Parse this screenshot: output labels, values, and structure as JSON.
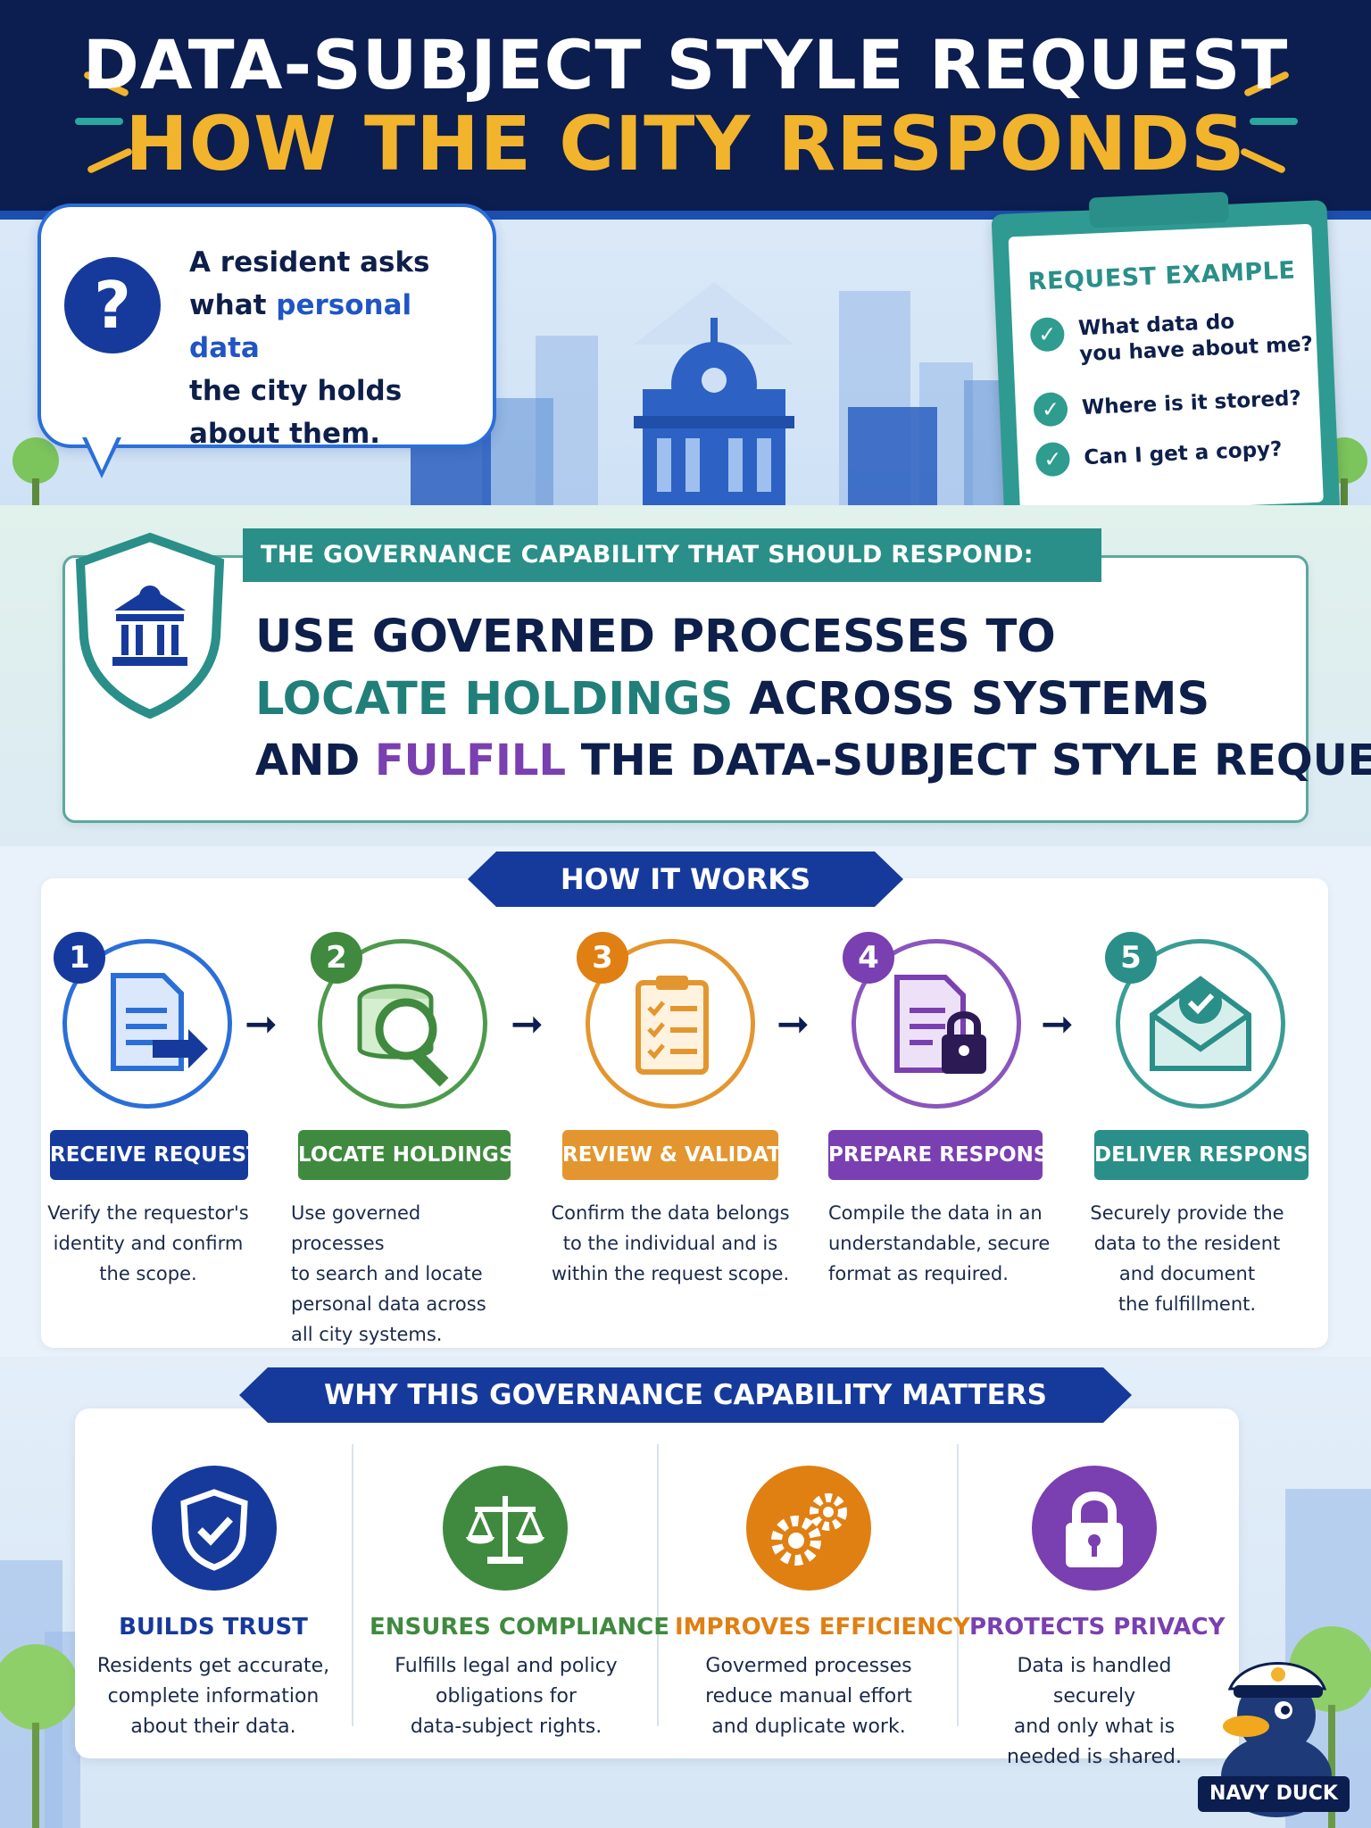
{
  "header": {
    "title_line1": "DATA-SUBJECT STYLE REQUEST",
    "title_line2": "HOW THE CITY RESPONDS"
  },
  "scenario": {
    "icon": "question-icon",
    "line1": "A resident asks",
    "line2_pre": "what ",
    "line2_highlight": "personal data",
    "line3": "the city holds",
    "line4": "about them."
  },
  "request_example": {
    "title": "REQUEST EXAMPLE",
    "items": [
      {
        "line1": "What data do",
        "line2": "you have about me?"
      },
      {
        "line1": "Where is it stored?",
        "line2": ""
      },
      {
        "line1": "Can I get a copy?",
        "line2": ""
      }
    ]
  },
  "capability": {
    "label": "THE GOVERNANCE CAPABILITY THAT SHOULD RESPOND:",
    "line1": "USE GOVERNED PROCESSES TO",
    "line2_teal": "LOCATE HOLDINGS",
    "line2_rest": " ACROSS SYSTEMS",
    "line3_pre": "AND ",
    "line3_purple": "FULFILL",
    "line3_rest": " THE DATA-SUBJECT STYLE REQUEST."
  },
  "how_it_works": {
    "title": "HOW IT WORKS",
    "steps": [
      {
        "num": "1",
        "label": "RECEIVE REQUEST",
        "icon": "document-arrow-icon",
        "color": "#163a9c",
        "ring": "#2a6fd8",
        "desc": [
          "Verify the requestor's",
          "identity and confirm",
          "the scope."
        ]
      },
      {
        "num": "2",
        "label": "LOCATE HOLDINGS",
        "icon": "database-search-icon",
        "color": "#3f8a3f",
        "ring": "#4d9a4d",
        "desc": [
          "Use governed processes",
          "to search and locate",
          "personal data across",
          "all city systems."
        ]
      },
      {
        "num": "3",
        "label": "REVIEW & VALIDATE",
        "icon": "clipboard-check-icon",
        "color": "#e07f12",
        "ring": "#e3962f",
        "desc": [
          "Confirm the data belongs",
          "to the individual and is",
          "within the request scope."
        ]
      },
      {
        "num": "4",
        "label": "PREPARE RESPONSE",
        "icon": "document-lock-icon",
        "color": "#7a3fb0",
        "ring": "#8a55bd",
        "desc": [
          "Compile the data in an",
          "understandable, secure",
          "format as required."
        ]
      },
      {
        "num": "5",
        "label": "DELIVER RESPONSE",
        "icon": "envelope-check-icon",
        "color": "#2a8f88",
        "ring": "#3a9d95",
        "desc": [
          "Securely provide the",
          "data to the resident",
          "and document",
          "the fulfillment."
        ]
      }
    ]
  },
  "why": {
    "title": "WHY THIS GOVERNANCE CAPABILITY MATTERS",
    "items": [
      {
        "title": "BUILDS TRUST",
        "icon": "shield-check-icon",
        "color": "#163a9c",
        "desc": [
          "Residents get accurate,",
          "complete information",
          "about their data."
        ]
      },
      {
        "title": "ENSURES COMPLIANCE",
        "icon": "scales-icon",
        "color": "#3f8a3f",
        "desc": [
          "Fulfills legal and policy",
          "obligations for",
          "data-subject rights."
        ]
      },
      {
        "title": "IMPROVES EFFICIENCY",
        "icon": "gears-icon",
        "color": "#e07f12",
        "desc": [
          "Govermed processes",
          "reduce manual effort",
          "and duplicate work."
        ]
      },
      {
        "title": "PROTECTS PRIVACY",
        "icon": "padlock-icon",
        "color": "#7a3fb0",
        "desc": [
          "Data is handled securely",
          "and only what is",
          "needed is shared."
        ]
      }
    ]
  },
  "brand": {
    "label": "NAVY DUCK",
    "icon": "navy-duck-mascot-icon"
  }
}
